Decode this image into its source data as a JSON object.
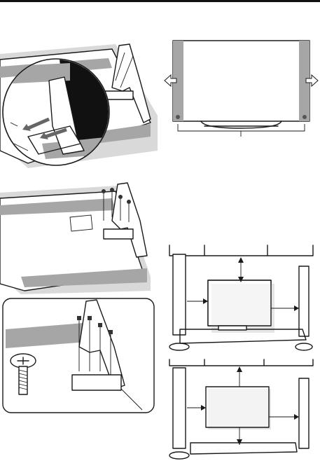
{
  "page": {
    "sections": [
      {
        "name": "stand-guide-insertion"
      },
      {
        "name": "tv-screen-clearance"
      },
      {
        "name": "stand-screw-fastening"
      },
      {
        "name": "wall-clearance-stand"
      },
      {
        "name": "wall-clearance-mounted"
      }
    ]
  }
}
